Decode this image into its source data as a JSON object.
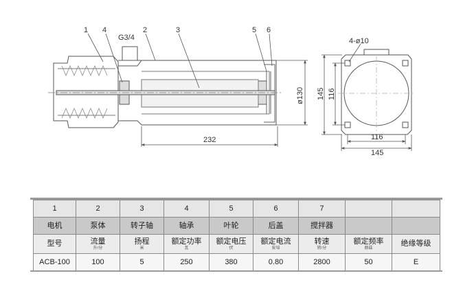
{
  "drawing": {
    "callouts": [
      "1",
      "4",
      "G3/4",
      "2",
      "3",
      "5",
      "6"
    ],
    "dims": {
      "length": "232",
      "diameter": "ø130",
      "height_outer": "145",
      "height_inner": "116",
      "holes": "4-ø10",
      "width_inner": "116",
      "width_outer": "145"
    }
  },
  "table": {
    "row1": [
      "1",
      "2",
      "3",
      "4",
      "5",
      "6",
      "7",
      "",
      ""
    ],
    "row2": [
      "电机",
      "泵体",
      "转子轴",
      "轴承",
      "叶轮",
      "后盖",
      "搅拌器",
      "",
      ""
    ],
    "row3": [
      {
        "main": "型号",
        "sub": ""
      },
      {
        "main": "流量",
        "sub": "升/分"
      },
      {
        "main": "扬程",
        "sub": "米"
      },
      {
        "main": "额定功率",
        "sub": "瓦"
      },
      {
        "main": "额定电压",
        "sub": "伏"
      },
      {
        "main": "额定电流",
        "sub": "安培"
      },
      {
        "main": "转速",
        "sub": "转/分"
      },
      {
        "main": "额定频率",
        "sub": "赫兹"
      },
      {
        "main": "绝缘等级",
        "sub": ""
      }
    ],
    "row4": [
      "ACB-100",
      "100",
      "5",
      "250",
      "380",
      "0.80",
      "2800",
      "50",
      "E"
    ]
  },
  "colors": {
    "drawing_line": "#555555",
    "table_border": "#8a8a8a",
    "header_dark": "#c9c9c9"
  }
}
